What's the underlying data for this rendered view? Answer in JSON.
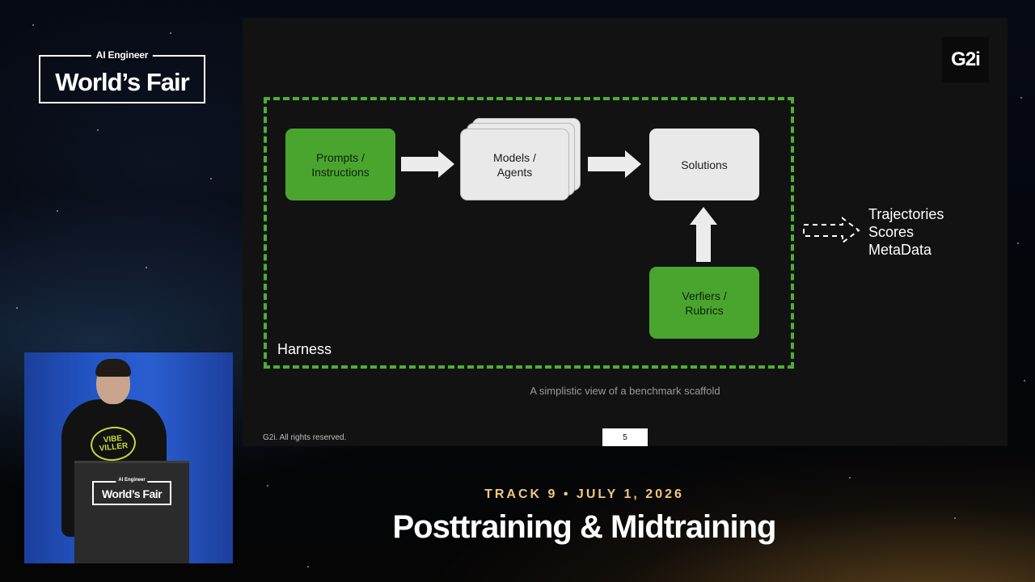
{
  "event": {
    "kicker": "AI Engineer",
    "name": "World’s Fair"
  },
  "slide": {
    "brand": "G2i",
    "diagram": {
      "nodes": {
        "prompts": "Prompts /\nInstructions",
        "models": "Models /\nAgents",
        "solutions": "Solutions",
        "verifiers": "Verfiers /\nRubrics"
      },
      "container_label": "Harness",
      "outputs": [
        "Trajectories",
        "Scores",
        "MetaData"
      ]
    },
    "caption": "A simplistic view of a benchmark scaffold",
    "copyright": "G2i. All rights reserved.",
    "page_number": "5"
  },
  "camera": {
    "shirt_text": "VIBE\nVILLER",
    "podium": {
      "kicker": "AI Engineer",
      "name": "World’s Fair"
    }
  },
  "lower_third": {
    "track": "TRACK 9 • JULY 1, 2026",
    "title": "Posttraining & Midtraining"
  },
  "colors": {
    "accent_green": "#4aa52f",
    "harness_border": "#4caf35",
    "box_light": "#e9e9e9",
    "track_gold": "#f2c879",
    "slide_bg": "#121212"
  }
}
